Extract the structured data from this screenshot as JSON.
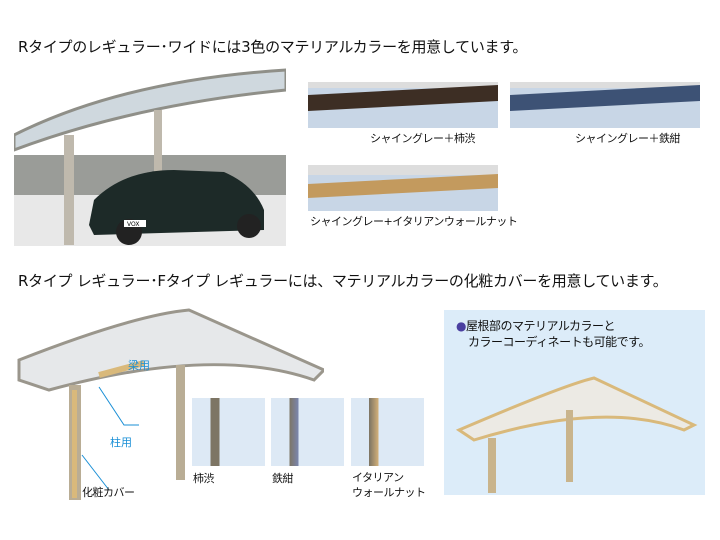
{
  "heading1": "Rタイプのレギュラー･ワイドには3色のマテリアルカラーを用意しています。",
  "heading2": "Rタイプ レギュラー･Fタイプ レギュラーには、マテリアルカラーの化粧カバーを用意しています。",
  "swatches": [
    {
      "label": "シャイングレー＋柿渋",
      "color": "#3d2e24"
    },
    {
      "label": "シャイングレー＋鉄紺",
      "color": "#3d5275"
    },
    {
      "label": "シャイングレー+イタリアンウォールナット",
      "color": "#c39a5e"
    }
  ],
  "diagram": {
    "beam_label": "梁用",
    "pillar_label": "柱用",
    "cover_label": "化粧カバー"
  },
  "covers": [
    {
      "label": "柿渋"
    },
    {
      "label": "鉄紺"
    },
    {
      "label": "イタリアン\nウォールナット",
      "line1": "イタリアン",
      "line2": "ウォールナット"
    }
  ],
  "note": {
    "bullet": "●",
    "line1": "屋根部のマテリアルカラーと",
    "line2": "カラーコーディネートも可能です。"
  },
  "photo": {
    "plate": "VOX"
  }
}
